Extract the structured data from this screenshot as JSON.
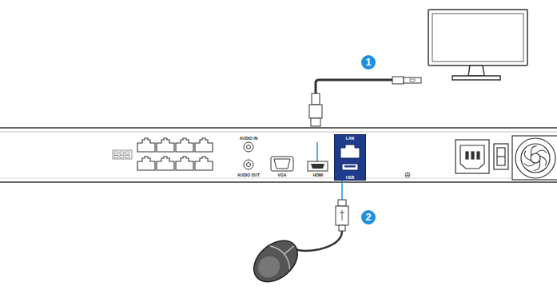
{
  "diagram": {
    "nodes": [
      {
        "text": [
          "LAN",
          "USB"
        ]
      }
    ],
    "labels": [
      "1",
      "AUDIO IN",
      "AUDIO OUT",
      "VGA",
      "HDMI",
      "2"
    ]
  }
}
